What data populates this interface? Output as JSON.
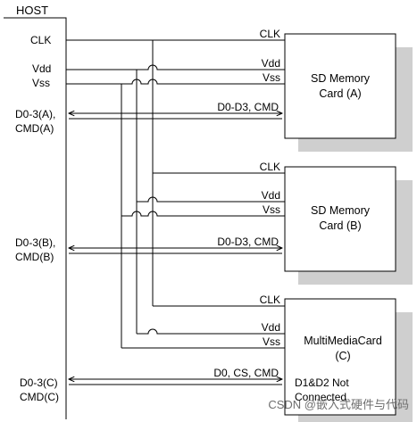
{
  "host": {
    "title": "HOST",
    "pins": {
      "clk": "CLK",
      "vdd": "Vdd",
      "vss": "Vss",
      "bus_a": [
        "D0-3(A),",
        "CMD(A)"
      ],
      "bus_b": [
        "D0-3(B),",
        "CMD(B)"
      ],
      "bus_c": [
        "D0-3(C)",
        "CMD(C)"
      ]
    }
  },
  "cards": [
    {
      "name": [
        "SD Memory",
        "Card (A)"
      ],
      "pins": {
        "clk": "CLK",
        "vdd": "Vdd",
        "vss": "Vss",
        "bus": "D0-D3, CMD"
      }
    },
    {
      "name": [
        "SD Memory",
        "Card (B)"
      ],
      "pins": {
        "clk": "CLK",
        "vdd": "Vdd",
        "vss": "Vss",
        "bus": "D0-D3, CMD"
      }
    },
    {
      "name": [
        "MultiMediaCard",
        "(C)"
      ],
      "pins": {
        "clk": "CLK",
        "vdd": "Vdd",
        "vss": "Vss",
        "bus": "D0, CS, CMD"
      },
      "note": [
        "D1&D2 Not",
        "Connected"
      ]
    }
  ],
  "watermark": "CSDN @嵌入式硬件与代码"
}
